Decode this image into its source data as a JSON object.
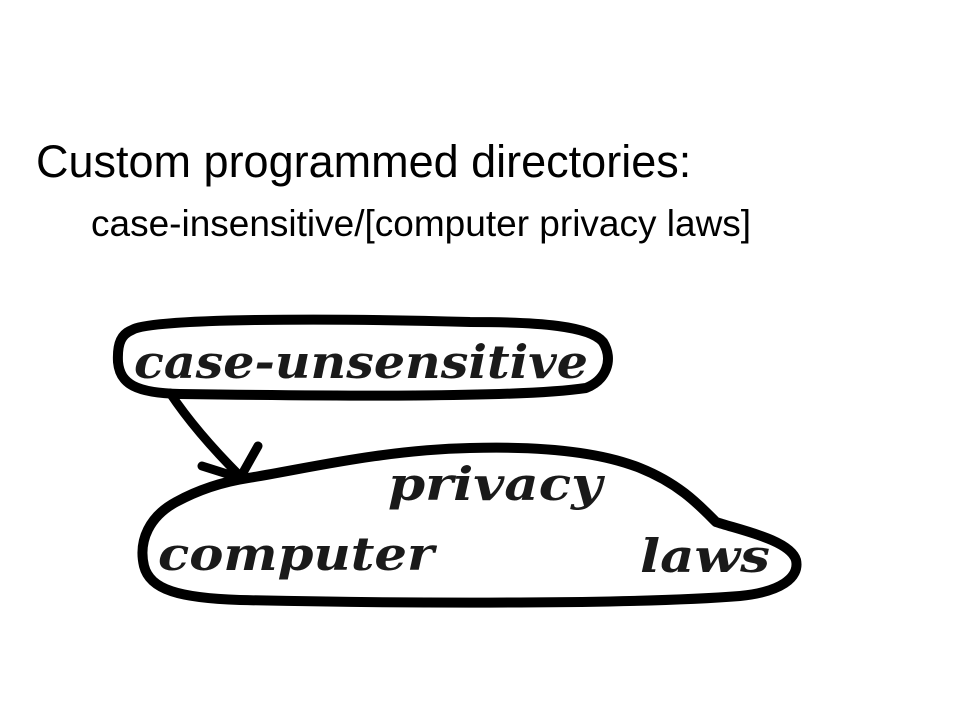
{
  "slide": {
    "title": "Custom programmed directories:",
    "subtitle": "case-insensitive/[computer privacy laws]"
  },
  "diagram": {
    "parent_label": "case-unsensitive",
    "child_labels": {
      "word1": "computer",
      "word2": "privacy",
      "word3": "laws"
    },
    "stroke_color": "#000000",
    "text_color": "#1a1a1a"
  }
}
